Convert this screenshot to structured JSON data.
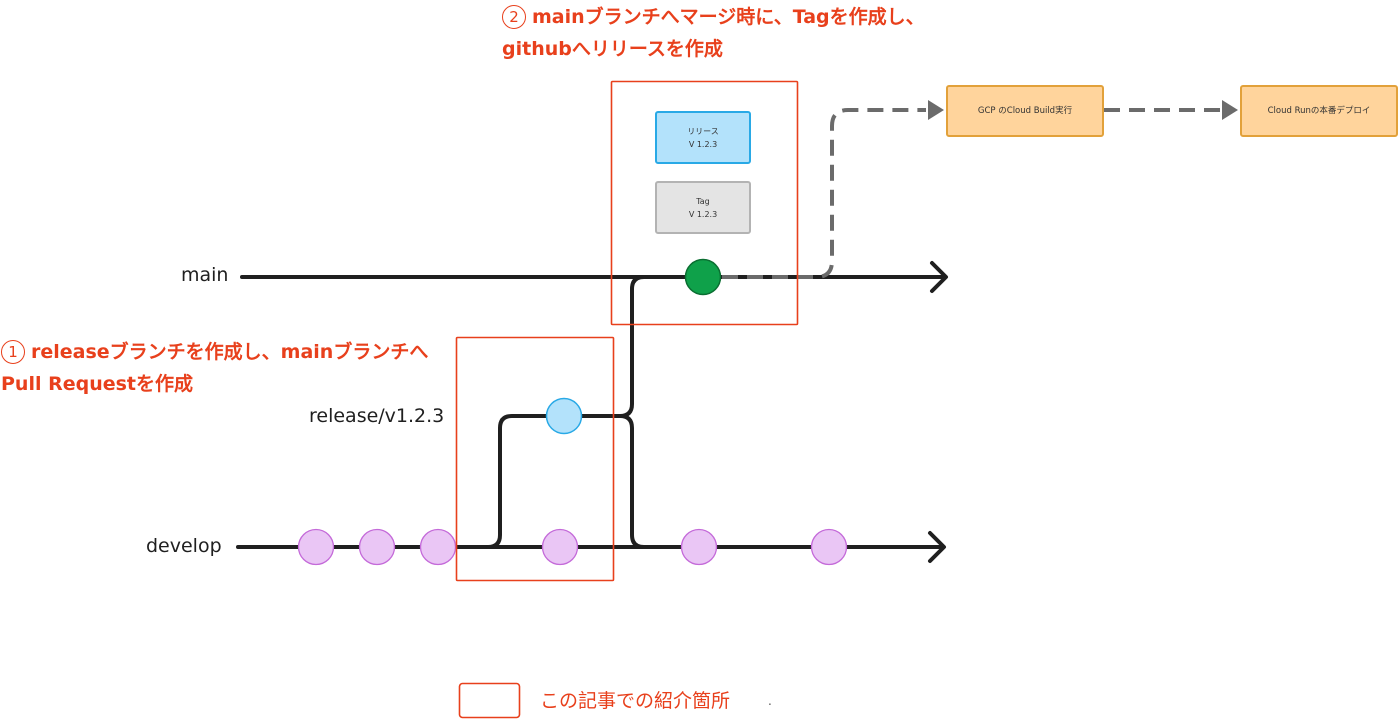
{
  "annotations": {
    "step1_number": "1",
    "step1_line1": "releaseブランチを作成し、mainブランチへ",
    "step1_line2": "Pull Requestを作成",
    "step2_number": "2",
    "step2_line1": "mainブランチへマージ時に、Tagを作成し、",
    "step2_line2": "githubへリリースを作成"
  },
  "branches": {
    "main": "main",
    "release": "release/v1.2.3",
    "develop": "develop"
  },
  "boxes": {
    "release_title": "リリース",
    "release_version": "V 1.2.3",
    "tag_title": "Tag",
    "tag_version": "V 1.2.3",
    "cloud_build": "GCP のCloud Build実行",
    "cloud_run": "Cloud Runの本番デプロイ"
  },
  "legend": {
    "text": "この記事での紹介箇所",
    "dot": "."
  },
  "colors": {
    "highlight": "#e8401c",
    "main_commit": "#0fa14a",
    "release_commit": "#b3e2fb",
    "develop_commit": "#eac6f5",
    "branch_line": "#1f1f1f",
    "pipeline_arrow": "#6b6b6b",
    "pipeline_box": "#ffd49c"
  }
}
